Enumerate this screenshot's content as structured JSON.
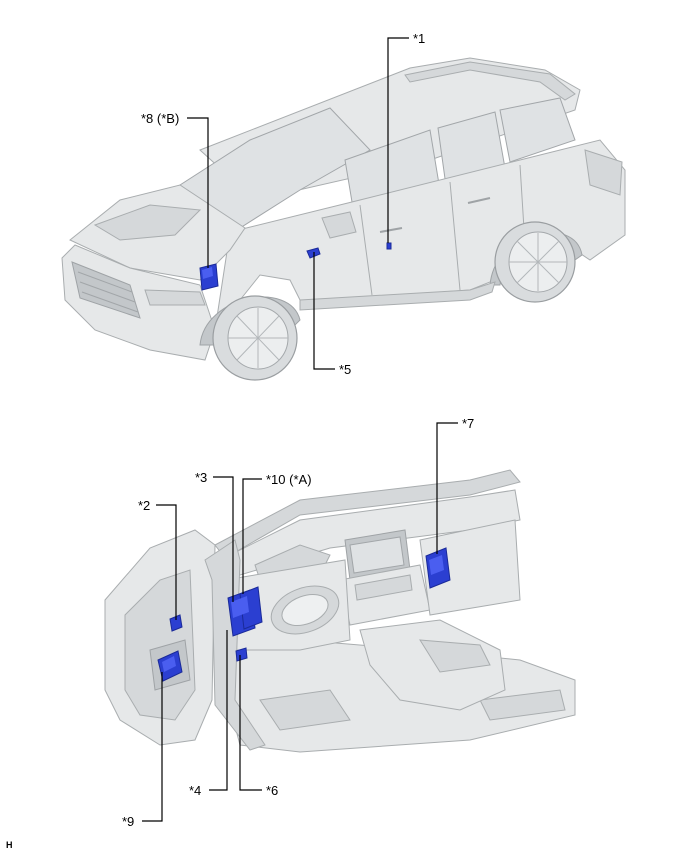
{
  "callouts": {
    "c1": "*1",
    "c2": "*2",
    "c3": "*3",
    "c4": "*4",
    "c5": "*5",
    "c6": "*6",
    "c7": "*7",
    "c8": "*8 (*B)",
    "c9": "*9",
    "c10": "*10 (*A)"
  },
  "corner_label": "H",
  "colors": {
    "part_highlight": "#2b3fd1",
    "vehicle_body": "#e6e8e9",
    "leader_lines": "#000000"
  }
}
